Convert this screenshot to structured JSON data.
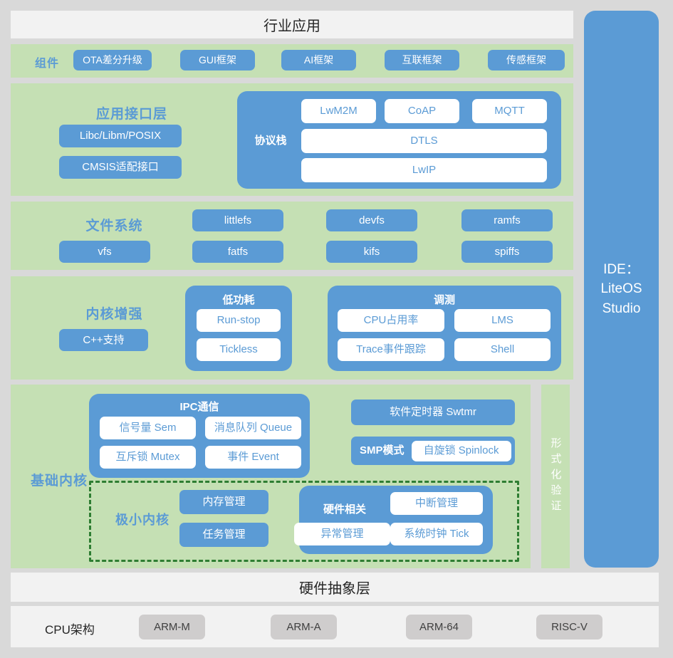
{
  "diagram": {
    "title_bar": {
      "label": "行业应用"
    },
    "ide": {
      "label": "IDE：\nLiteOS\nStudio"
    },
    "components": {
      "label": "组件",
      "items": [
        "OTA差分升级",
        "GUI框架",
        "AI框架",
        "互联框架",
        "传感框架"
      ]
    },
    "app_interface": {
      "label": "应用接口层",
      "items": [
        "Libc/Libm/POSIX",
        "CMSIS适配接口"
      ],
      "protocol_stack": {
        "label": "协议栈",
        "row1": [
          "LwM2M",
          "CoAP",
          "MQTT"
        ],
        "row2": [
          "DTLS"
        ],
        "row3": [
          "LwIP"
        ]
      }
    },
    "file_system": {
      "label": "文件系统",
      "row1": [
        "littlefs",
        "devfs",
        "ramfs"
      ],
      "row2": [
        "vfs",
        "fatfs",
        "kifs",
        "spiffs"
      ]
    },
    "kernel_enhance": {
      "label": "内核增强",
      "items": [
        "C++支持"
      ],
      "low_power": {
        "label": "低功耗",
        "items": [
          "Run-stop",
          "Tickless"
        ]
      },
      "debug": {
        "label": "调测",
        "items": [
          "CPU占用率",
          "LMS",
          "Trace事件跟踪",
          "Shell"
        ]
      }
    },
    "base_kernel": {
      "label": "基础内核",
      "ipc": {
        "label": "IPC通信",
        "items": [
          "信号量 Sem",
          "消息队列 Queue",
          "互斥锁 Mutex",
          "事件 Event"
        ]
      },
      "swtmr": {
        "label": "软件定时器 Swtmr"
      },
      "smp": {
        "label": "SMP模式",
        "item": "自旋锁 Spinlock"
      },
      "micro_kernel": {
        "label": "极小内核",
        "items": [
          "内存管理",
          "任务管理"
        ],
        "hardware": {
          "label": "硬件相关",
          "items": [
            "中断管理",
            "异常管理",
            "系统时钟 Tick"
          ]
        }
      }
    },
    "formal_verification": {
      "label": "形式化验证"
    },
    "hal": {
      "label": "硬件抽象层"
    },
    "cpu": {
      "label": "CPU架构",
      "items": [
        "ARM-M",
        "ARM-A",
        "ARM-64",
        "RISC-V"
      ]
    },
    "colors": {
      "blue": "#5b9bd5",
      "green": "#c5e0b4",
      "grey_band": "#f2f2f2",
      "grey_chip": "#cfcdcd",
      "page_bg": "#d9d9d9",
      "dashed_green": "#2e7d32"
    }
  }
}
